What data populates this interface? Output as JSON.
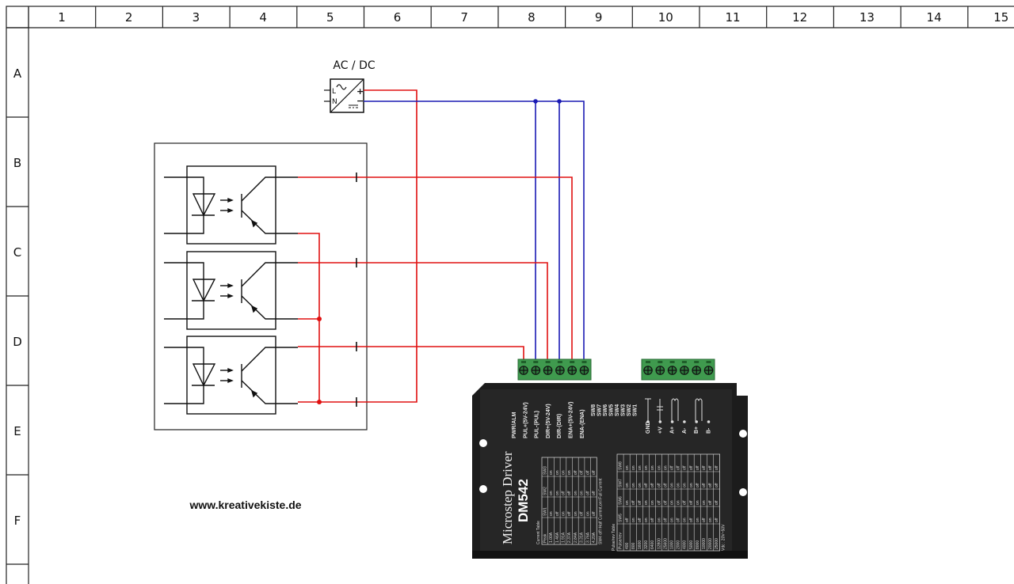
{
  "grid": {
    "columns": [
      "1",
      "2",
      "3",
      "4",
      "5",
      "6",
      "7",
      "8",
      "9",
      "10",
      "11",
      "12",
      "13",
      "14",
      "15"
    ],
    "rows": [
      "A",
      "B",
      "C",
      "D",
      "E",
      "F"
    ]
  },
  "power_supply": {
    "title": "AC / DC",
    "inputs": [
      "L",
      "N"
    ],
    "outputs": [
      "+",
      "−"
    ],
    "symbols": [
      "ac-wave-icon",
      "dc-symbol-icon"
    ]
  },
  "optocoupler_board": {
    "channels": 3,
    "component": "optocoupler (LED + phototransistor)"
  },
  "wires": {
    "positive_color": "#e01010",
    "negative_color": "#1a1ab4",
    "logic_color": "#111111"
  },
  "website": "www.kreativekiste.de",
  "driver": {
    "title": "Microstep Driver",
    "model": "DM542",
    "signal_terminals": [
      "PWR/ALM",
      "PUL+(5V-24V)",
      "PUL-(PUL)",
      "DIR+(5V-24V)",
      "DIR-(DIR)",
      "ENA+(5V-24V)",
      "ENA-(ENA)"
    ],
    "switch_labels": [
      "SW8",
      "SW7",
      "SW6",
      "SW5",
      "SW4",
      "SW3",
      "SW2",
      "SW1"
    ],
    "power_terminals": [
      "GND",
      "+V",
      "A+",
      "A-",
      "B+",
      "B-"
    ],
    "current_table": {
      "title": "Current Table",
      "headers": [
        "Peak",
        "SW1",
        "SW2",
        "SW3"
      ],
      "rows": [
        [
          "1.00A",
          "on",
          "on",
          "on"
        ],
        [
          "1.46A",
          "off",
          "on",
          "on"
        ],
        [
          "1.91A",
          "on",
          "off",
          "on"
        ],
        [
          "2.37A",
          "off",
          "off",
          "on"
        ],
        [
          "2.84A",
          "on",
          "on",
          "off"
        ],
        [
          "3.31A",
          "off",
          "on",
          "off"
        ],
        [
          "3.76A",
          "on",
          "off",
          "off"
        ],
        [
          "4.20A",
          "off",
          "off",
          "off"
        ]
      ],
      "note": "SW4 off=Half Current,on=Full Current"
    },
    "pulse_table": {
      "title": "Pulse/rev Table",
      "headers": [
        "Pulse/rev",
        "SW5",
        "SW6",
        "SW7",
        "SW8"
      ],
      "rows": [
        [
          "400",
          "off",
          "on",
          "on",
          "on"
        ],
        [
          "800",
          "on",
          "off",
          "on",
          "on"
        ],
        [
          "1600",
          "off",
          "off",
          "on",
          "on"
        ],
        [
          "3200",
          "on",
          "on",
          "off",
          "on"
        ],
        [
          "6400",
          "off",
          "on",
          "off",
          "on"
        ],
        [
          "12800",
          "on",
          "off",
          "off",
          "on"
        ],
        [
          "25600",
          "off",
          "off",
          "off",
          "on"
        ],
        [
          "1000",
          "on",
          "on",
          "on",
          "off"
        ],
        [
          "2000",
          "off",
          "on",
          "on",
          "off"
        ],
        [
          "4000",
          "on",
          "off",
          "on",
          "off"
        ],
        [
          "5000",
          "off",
          "off",
          "on",
          "off"
        ],
        [
          "8000",
          "on",
          "on",
          "off",
          "off"
        ],
        [
          "10000",
          "off",
          "on",
          "off",
          "off"
        ],
        [
          "20000",
          "on",
          "off",
          "off",
          "off"
        ],
        [
          "25000",
          "off",
          "off",
          "off",
          "off"
        ]
      ],
      "note": "Vdc : 20V~50V"
    }
  }
}
